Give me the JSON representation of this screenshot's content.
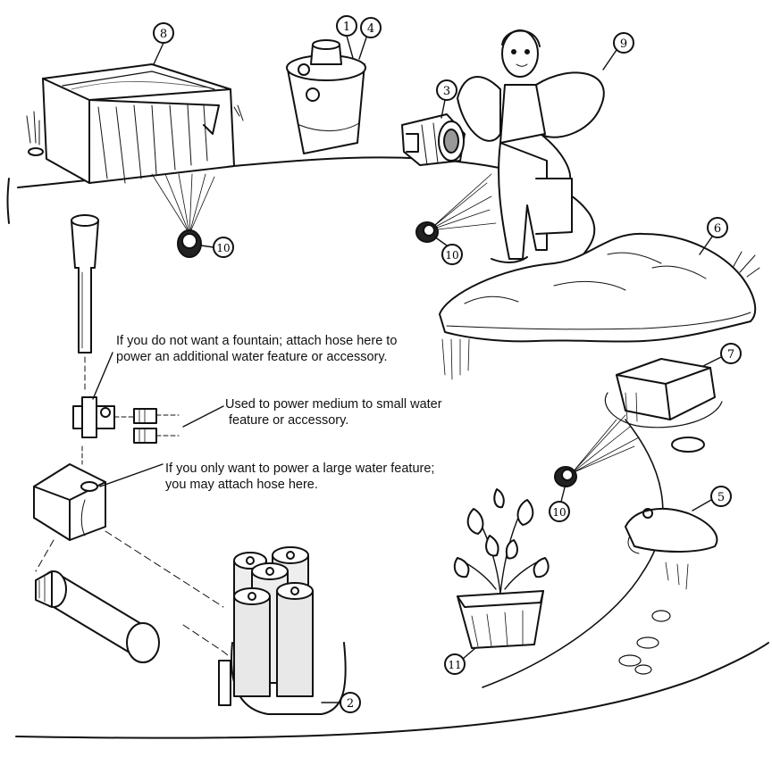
{
  "callouts": {
    "c1": "1",
    "c2": "2",
    "c3": "3",
    "c4": "4",
    "c5": "5",
    "c6": "6",
    "c7": "7",
    "c8": "8",
    "c9": "9",
    "c10a": "10",
    "c10b": "10",
    "c10c": "10",
    "c11": "11"
  },
  "notes": {
    "fountain": [
      "If you do not want a fountain; attach hose here to",
      "power an additional water feature or accessory."
    ],
    "medium": [
      "Used to power medium to small water",
      "feature or accessory."
    ],
    "large": [
      "If you only want to power a large water feature;",
      "you may attach hose here."
    ]
  },
  "colors": {
    "ink": "#111111",
    "paper": "#ffffff",
    "shade": "#cfcfcf"
  }
}
